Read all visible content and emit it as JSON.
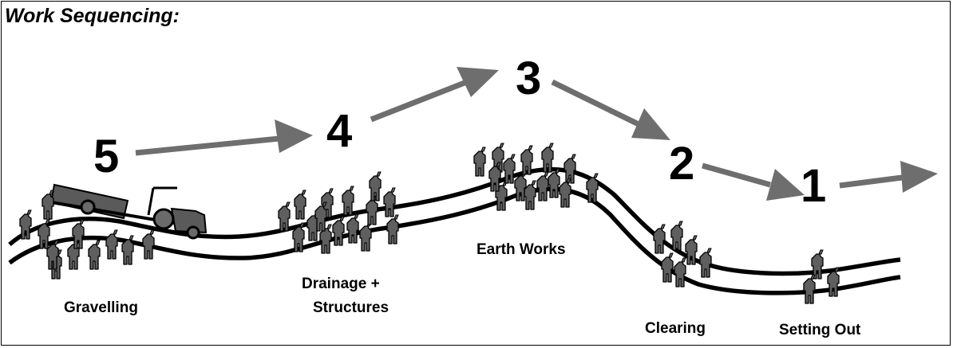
{
  "title": "Work Sequencing:",
  "steps": [
    {
      "number": "5",
      "label": "Gravelling"
    },
    {
      "number": "4",
      "label": "Drainage +|Structures"
    },
    {
      "number": "3",
      "label": "Earth Works"
    },
    {
      "number": "2",
      "label": "Clearing"
    },
    {
      "number": "1",
      "label": "Setting Out"
    }
  ],
  "colors": {
    "arrow": "#6e6e6e",
    "worker": "#5f5f5f",
    "road": "#000000",
    "truck": "#5a5a5a"
  }
}
